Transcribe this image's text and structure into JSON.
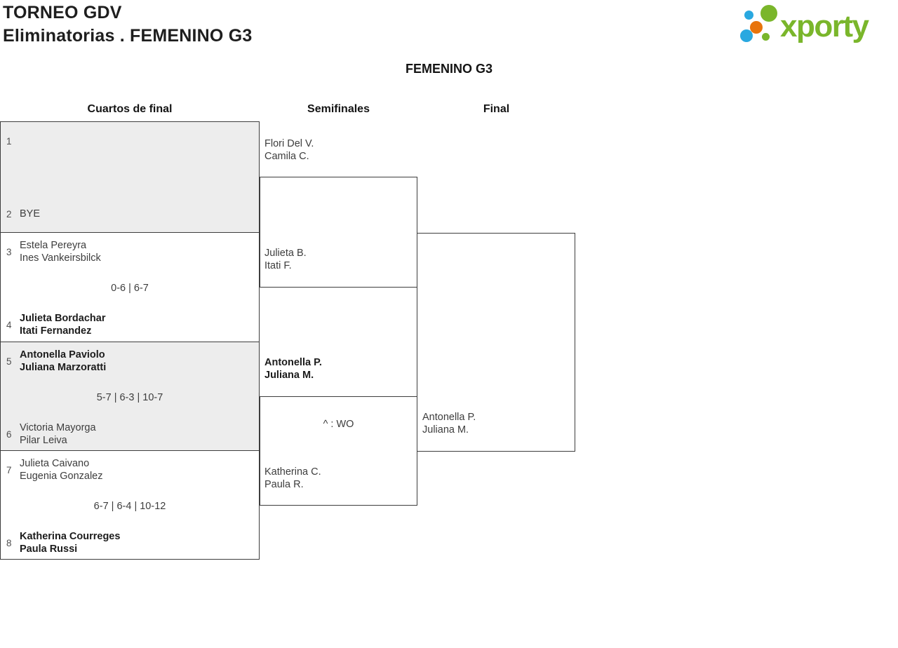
{
  "header": {
    "line1": "TORNEO GDV",
    "line2": "Eliminatorias . FEMENINO G3"
  },
  "logo": {
    "brand": "xporty",
    "colors": {
      "green": "#7ab62b",
      "blue": "#29a8e0",
      "orange": "#e8740c"
    }
  },
  "bracket": {
    "title": "FEMENINO G3",
    "round_headers": {
      "quarterfinals": "Cuartos de final",
      "semifinals": "Semifinales",
      "final": "Final"
    },
    "colors": {
      "shaded_box": "#ededed",
      "border": "#3d3d3d"
    },
    "quarterfinals": [
      {
        "top": {
          "seed": "1"
        },
        "score": "",
        "bottom": {
          "seed": "2",
          "line1": "BYE"
        }
      },
      {
        "top": {
          "seed": "3",
          "line1": "Estela Pereyra",
          "line2": "Ines Vankeirsbilck"
        },
        "score": "0-6 | 6-7",
        "bottom": {
          "seed": "4",
          "line1": "Julieta Bordachar",
          "line2": "Itati Fernandez"
        }
      },
      {
        "top": {
          "seed": "5",
          "line1": "Antonella Paviolo",
          "line2": "Juliana Marzoratti"
        },
        "score": "5-7 | 6-3 | 10-7",
        "bottom": {
          "seed": "6",
          "line1": "Victoria Mayorga",
          "line2": "Pilar Leiva"
        }
      },
      {
        "top": {
          "seed": "7",
          "line1": "Julieta Caivano",
          "line2": "Eugenia Gonzalez"
        },
        "score": "6-7 | 6-4 | 10-12",
        "bottom": {
          "seed": "8",
          "line1": "Katherina Courreges",
          "line2": "Paula Russi"
        }
      }
    ],
    "semifinals": [
      {
        "top": {
          "line1": "Flori Del V.",
          "line2": "Camila C."
        },
        "score": "",
        "bottom": {
          "line1": "Julieta B.",
          "line2": "Itati F."
        }
      },
      {
        "top": {
          "line1": "Antonella P.",
          "line2": "Juliana M."
        },
        "score": "^ : WO",
        "bottom": {
          "line1": "Katherina C.",
          "line2": "Paula R."
        }
      }
    ],
    "final": {
      "winner": {
        "line1": "Antonella P.",
        "line2": "Juliana M."
      }
    }
  }
}
